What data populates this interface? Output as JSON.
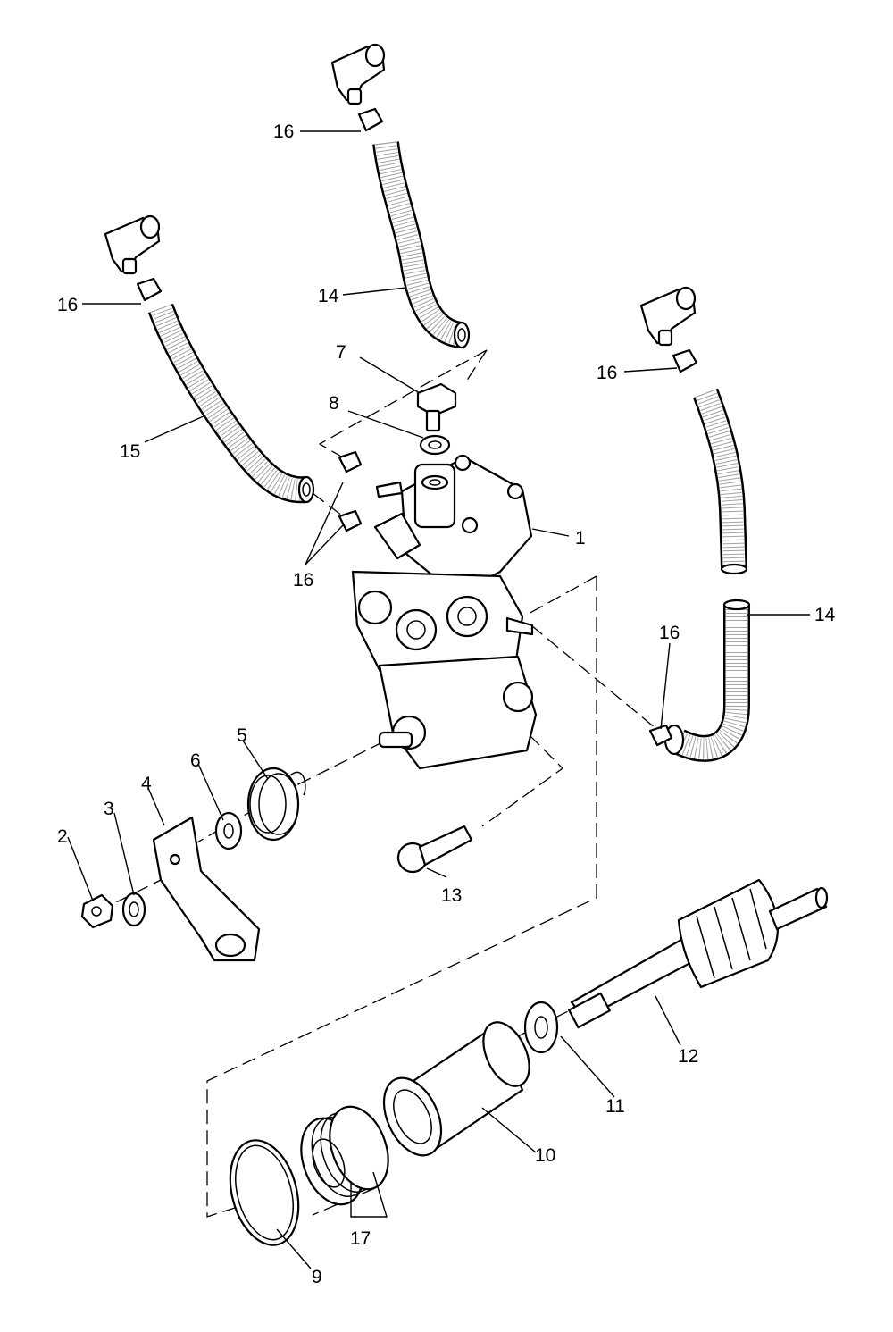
{
  "callouts": [
    {
      "id": "1",
      "label": "1"
    },
    {
      "id": "2",
      "label": "2"
    },
    {
      "id": "3",
      "label": "3"
    },
    {
      "id": "4",
      "label": "4"
    },
    {
      "id": "5",
      "label": "5"
    },
    {
      "id": "6",
      "label": "6"
    },
    {
      "id": "7",
      "label": "7"
    },
    {
      "id": "8",
      "label": "8"
    },
    {
      "id": "9",
      "label": "9"
    },
    {
      "id": "10",
      "label": "10"
    },
    {
      "id": "11",
      "label": "11"
    },
    {
      "id": "12",
      "label": "12"
    },
    {
      "id": "13",
      "label": "13"
    },
    {
      "id": "14a",
      "label": "14"
    },
    {
      "id": "14b",
      "label": "14"
    },
    {
      "id": "15",
      "label": "15"
    },
    {
      "id": "16a",
      "label": "16"
    },
    {
      "id": "16b",
      "label": "16"
    },
    {
      "id": "16c",
      "label": "16"
    },
    {
      "id": "16d",
      "label": "16"
    },
    {
      "id": "16e",
      "label": "16"
    },
    {
      "id": "17",
      "label": "17"
    }
  ]
}
